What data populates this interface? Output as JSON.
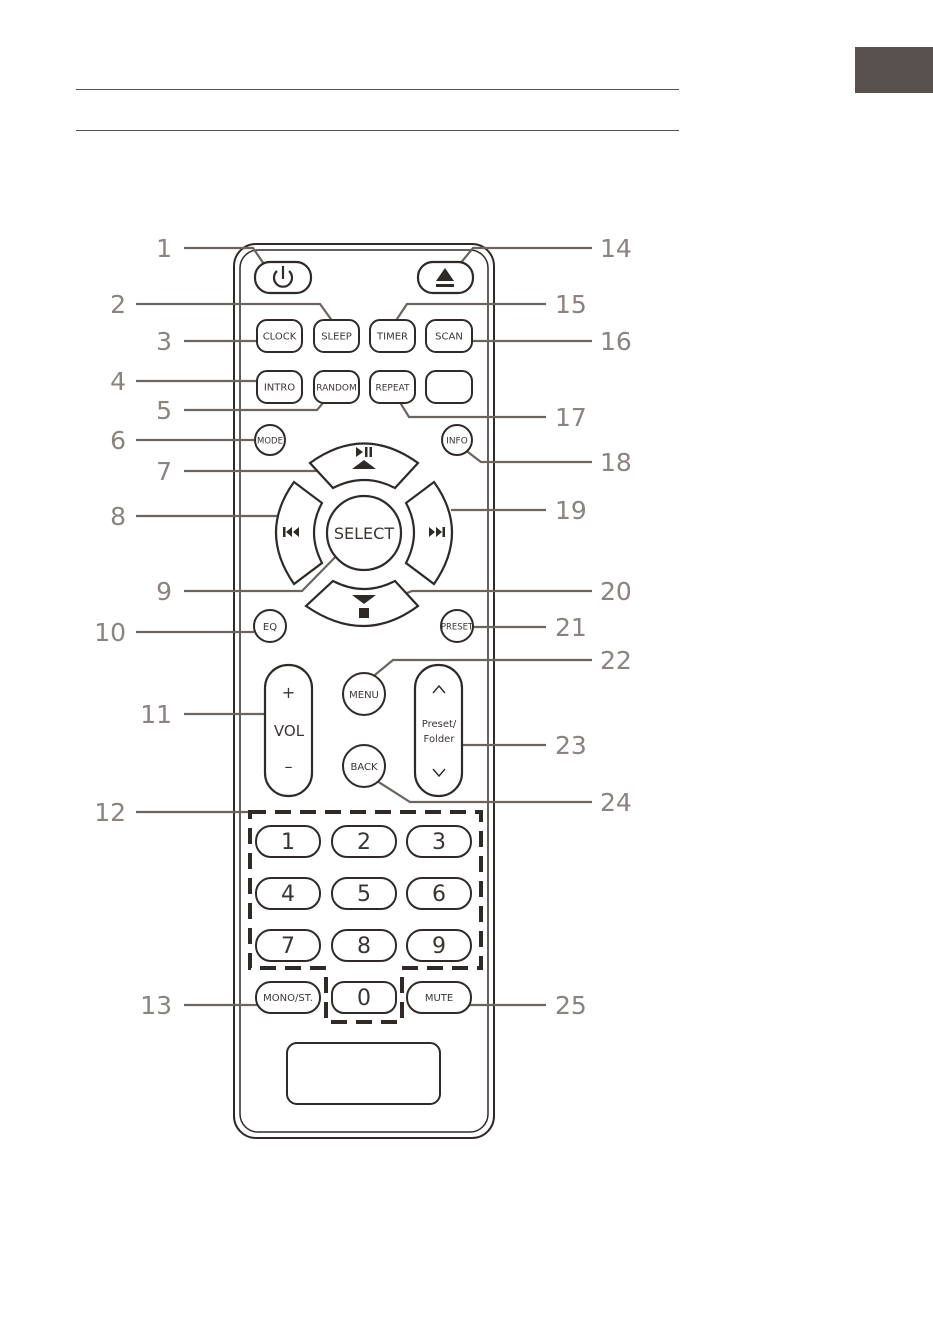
{
  "remote": {
    "buttons": {
      "clock": "CLOCK",
      "sleep": "SLEEP",
      "timer": "TIMER",
      "scan": "SCAN",
      "intro": "INTRO",
      "random": "RANDOM",
      "repeat": "REPEAT",
      "mode": "MODE",
      "info": "INFO",
      "select": "SELECT",
      "eq": "EQ",
      "preset": "PRESET",
      "menu": "MENU",
      "vol_plus": "+",
      "vol": "VOL",
      "vol_minus": "–",
      "preset_folder_1": "Preset/",
      "preset_folder_2": "Folder",
      "back": "BACK",
      "mono_st": "MONO/ST.",
      "mute": "MUTE",
      "digits": [
        "1",
        "2",
        "3",
        "4",
        "5",
        "6",
        "7",
        "8",
        "9",
        "0"
      ]
    },
    "callouts": [
      "1",
      "2",
      "3",
      "4",
      "5",
      "6",
      "7",
      "8",
      "9",
      "10",
      "11",
      "12",
      "13",
      "14",
      "15",
      "16",
      "17",
      "18",
      "19",
      "20",
      "21",
      "22",
      "23",
      "24",
      "25"
    ]
  }
}
